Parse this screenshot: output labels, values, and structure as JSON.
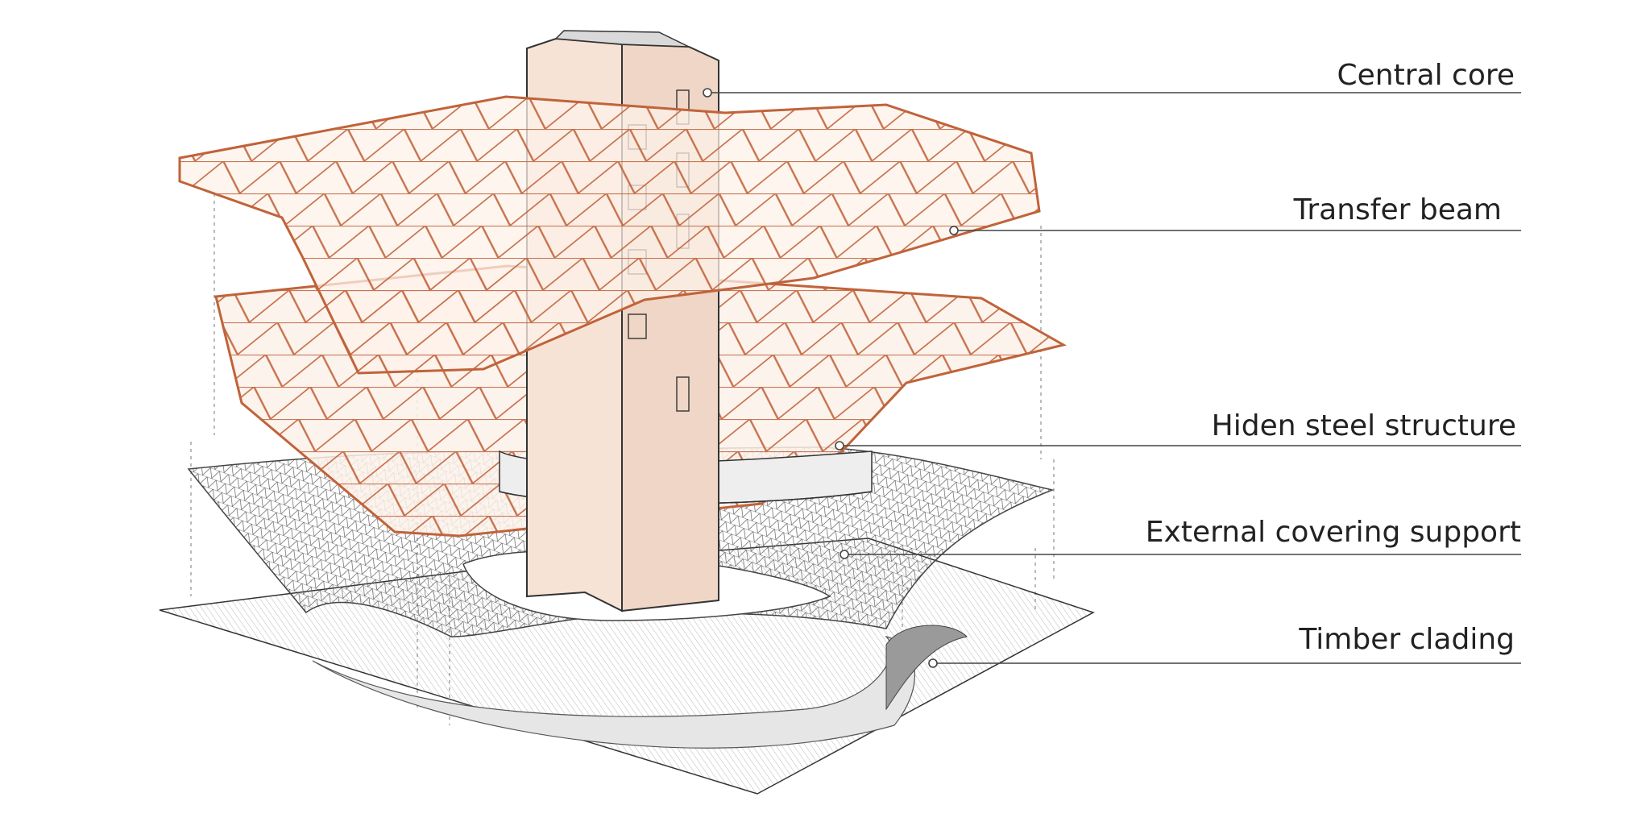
{
  "labels": {
    "central_core": "Central core",
    "transfer_beam": "Transfer beam",
    "hidden_steel": "Hiden steel structure",
    "external_support": "External covering support",
    "timber_cladding": "Timber clading"
  },
  "colors": {
    "structure": "#c0633a",
    "structure_fill": "#f8e7dc",
    "core_fill": "#f3ddd0",
    "mesh": "#555555",
    "leader": "#444444",
    "text": "#222222"
  }
}
